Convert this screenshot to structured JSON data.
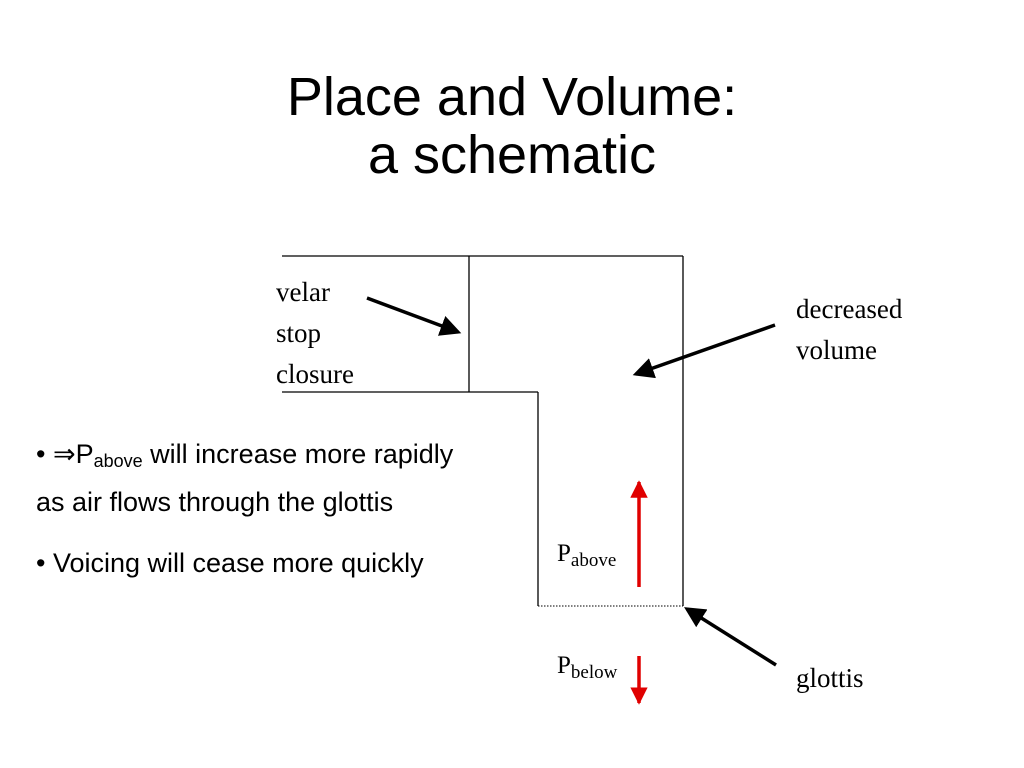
{
  "slide": {
    "title_line1": "Place and Volume:",
    "title_line2": "a schematic"
  },
  "diagram": {
    "velar_label": [
      "velar",
      "stop",
      "closure"
    ],
    "decreased_label": [
      "decreased",
      "volume"
    ],
    "glottis_label": "glottis",
    "p_above": {
      "main": "P",
      "sub": "above"
    },
    "p_below": {
      "main": "P",
      "sub": "below"
    },
    "colors": {
      "outline": "#000000",
      "arrow_black": "#000000",
      "arrow_red": "#e00000"
    }
  },
  "bullets": [
    {
      "marker": "•",
      "implies": "⇒",
      "p_main": "P",
      "p_sub": "above",
      "rest": "will increase more rapidly as air flows through the glottis"
    },
    {
      "marker": "•",
      "text": "Voicing will cease more quickly"
    }
  ]
}
